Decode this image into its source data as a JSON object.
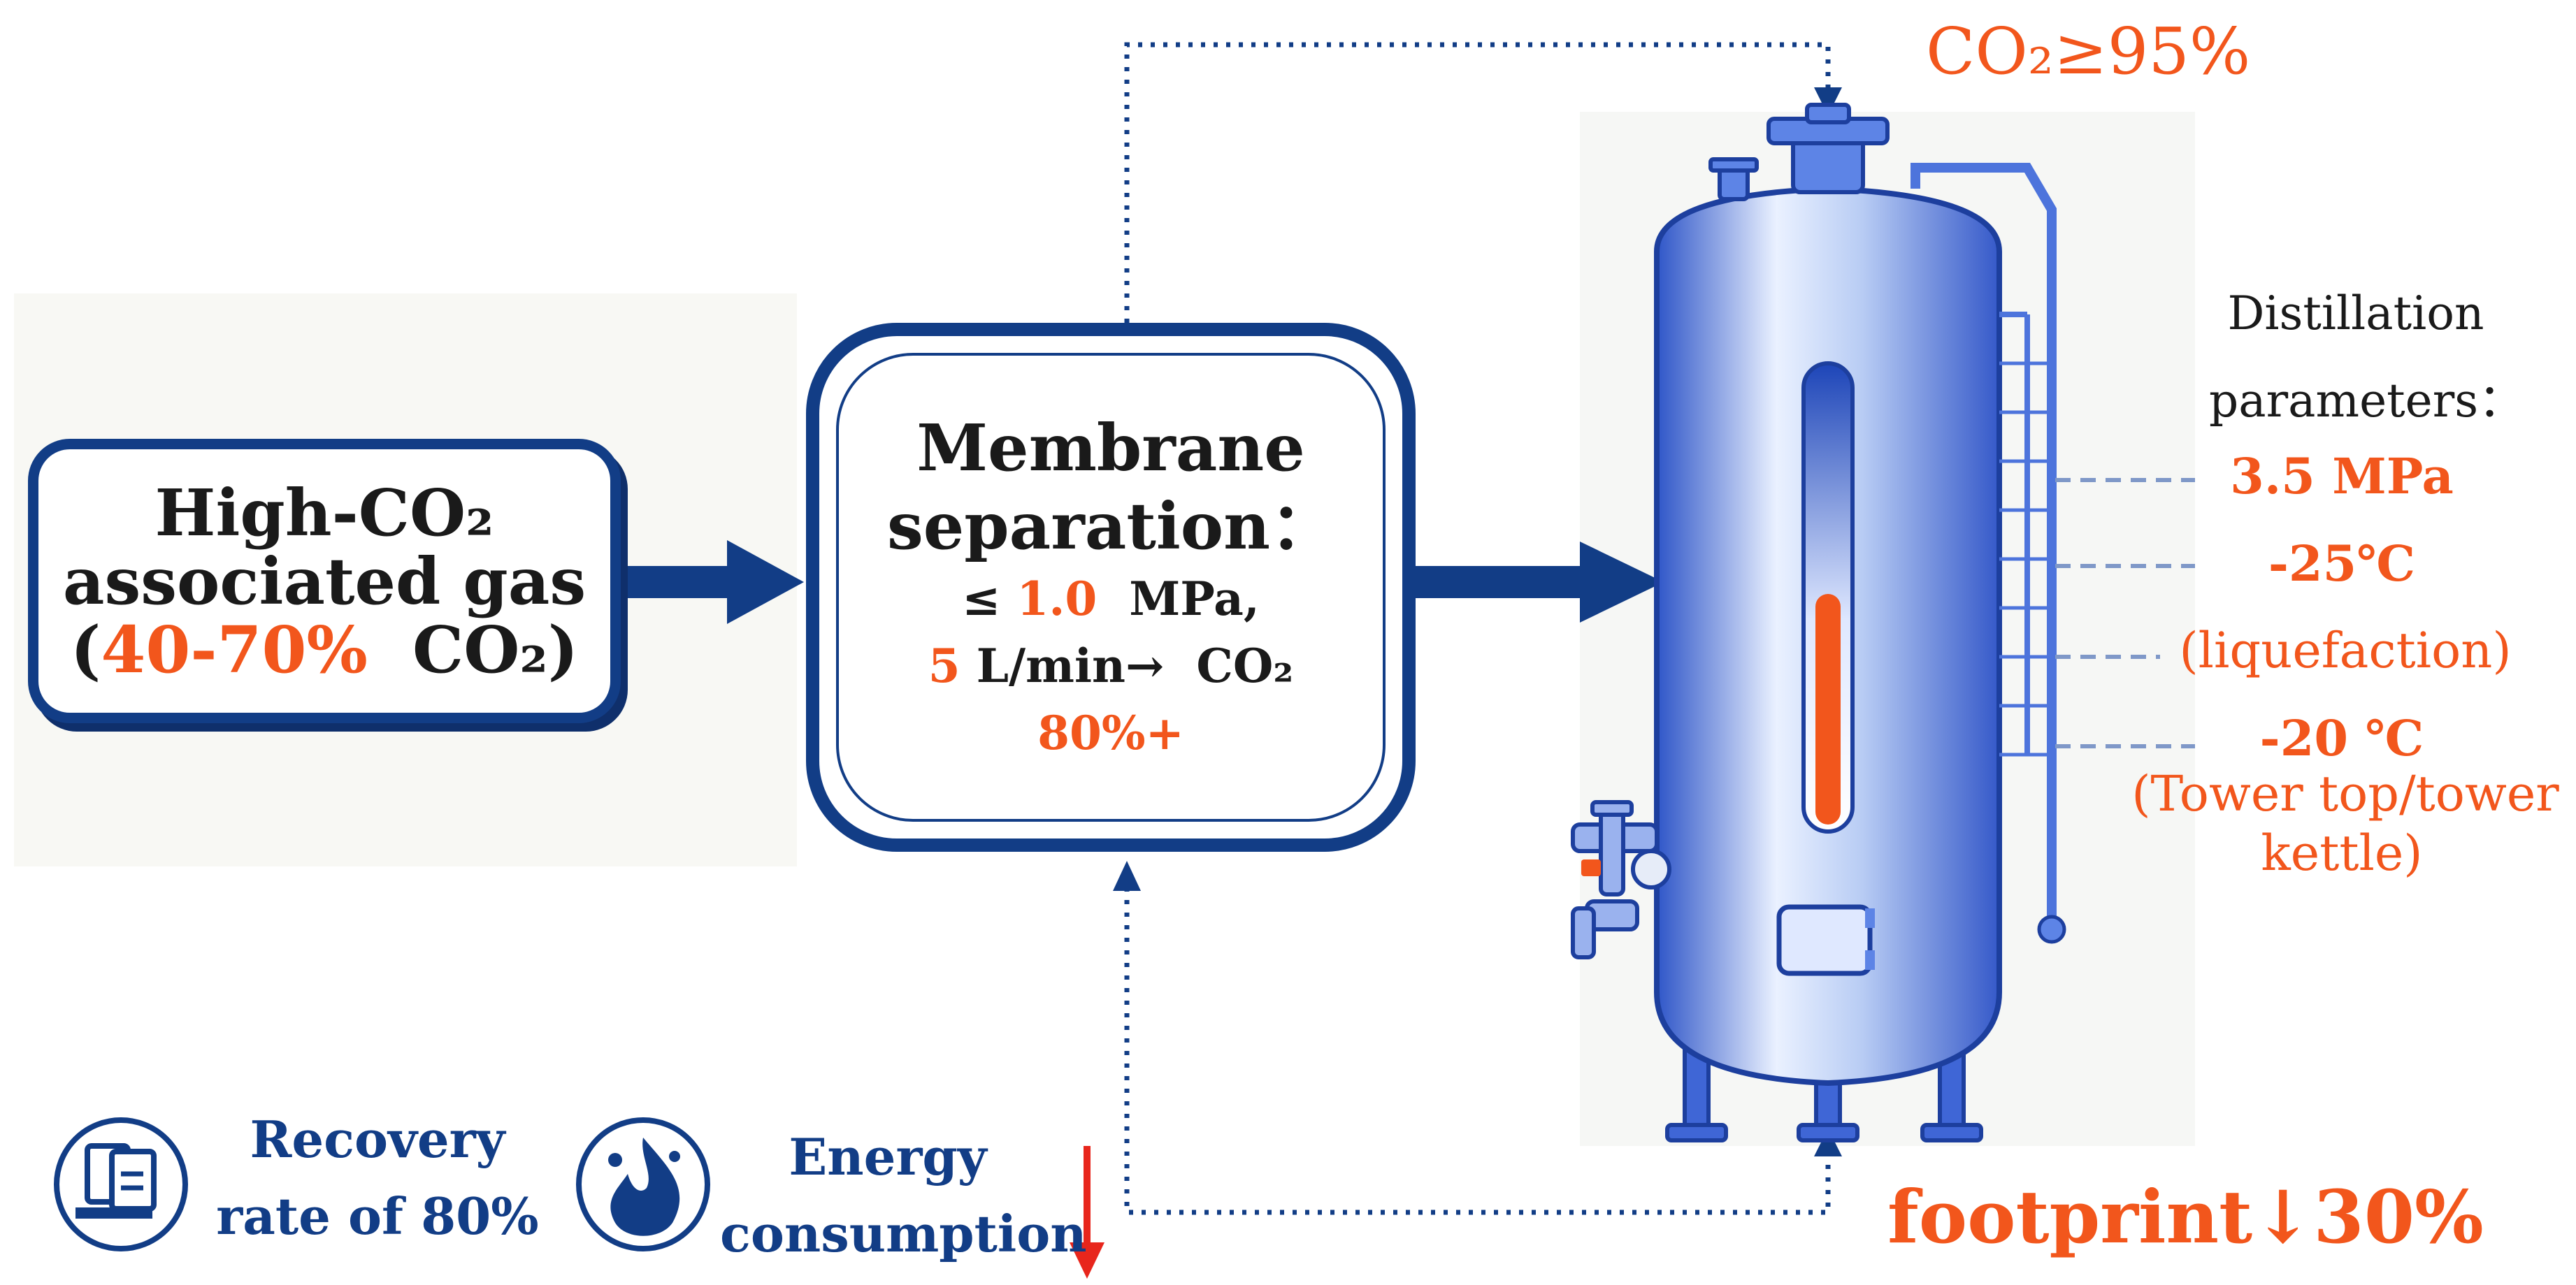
{
  "input_box": {
    "line1": "High-CO₂",
    "line2": "associated gas",
    "open_paren": "(",
    "percent": "40-70%",
    "gas": "CO₂)"
  },
  "membrane": {
    "title1": "Membrane",
    "title2": "separation：",
    "pressure_prefix": "≤",
    "pressure_value": "1.0",
    "pressure_unit": "MPa,",
    "flow_value": "5",
    "flow_unit": "L/min→",
    "flow_gas": "CO₂",
    "purity": "80%+"
  },
  "top_label": "CO₂≥95%",
  "distillation": {
    "heading1": "Distillation",
    "heading2": "parameters：",
    "pressure": "3.5 MPa",
    "temp1": "-25℃",
    "temp1_note": "(liquefaction)",
    "temp2": "-20 ℃",
    "temp2_note1": "(Tower top/tower",
    "temp2_note2": "kettle)"
  },
  "footprint": "footprint↓30%",
  "footer": {
    "recovery_line1": "Recovery",
    "recovery_line2": "rate of 80%",
    "energy_line1": "Energy",
    "energy_line2": "consumption",
    "energy_arrow": "↓"
  },
  "colors": {
    "navy": "#123d86",
    "orange": "#f2561c",
    "vessel_blue": "#3f66d6",
    "red_arrow": "#e8261c"
  },
  "icons": [
    "recovery-icon",
    "energy-flame-icon",
    "down-arrow-icon"
  ]
}
